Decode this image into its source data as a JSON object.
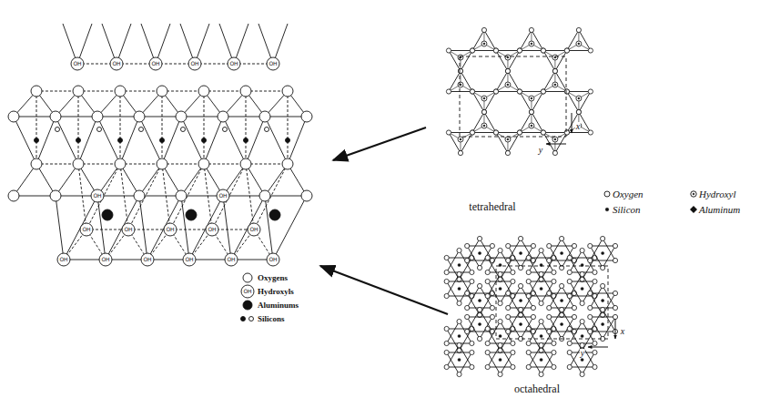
{
  "diagram": {
    "labels": [
      "tetrahedral",
      "octahedral",
      "x",
      "y",
      "x",
      "y",
      "OH",
      "OH",
      "OH",
      "OH",
      "OH",
      "OH",
      "OH",
      "OH",
      "OH",
      "OH",
      "OH",
      "OH",
      "OH",
      "OH",
      "OH",
      "OH",
      "OH",
      "OH",
      "OH",
      "OH"
    ],
    "legend": [
      {
        "text": "Oxygens"
      },
      {
        "text": "Hydroxyls"
      },
      {
        "text": "Aluminums"
      },
      {
        "text": "Silicons"
      },
      {
        "text": "Oxygen"
      },
      {
        "text": "Hydroxyl"
      },
      {
        "text": "Silicon"
      },
      {
        "text": "Aluminum"
      }
    ]
  }
}
